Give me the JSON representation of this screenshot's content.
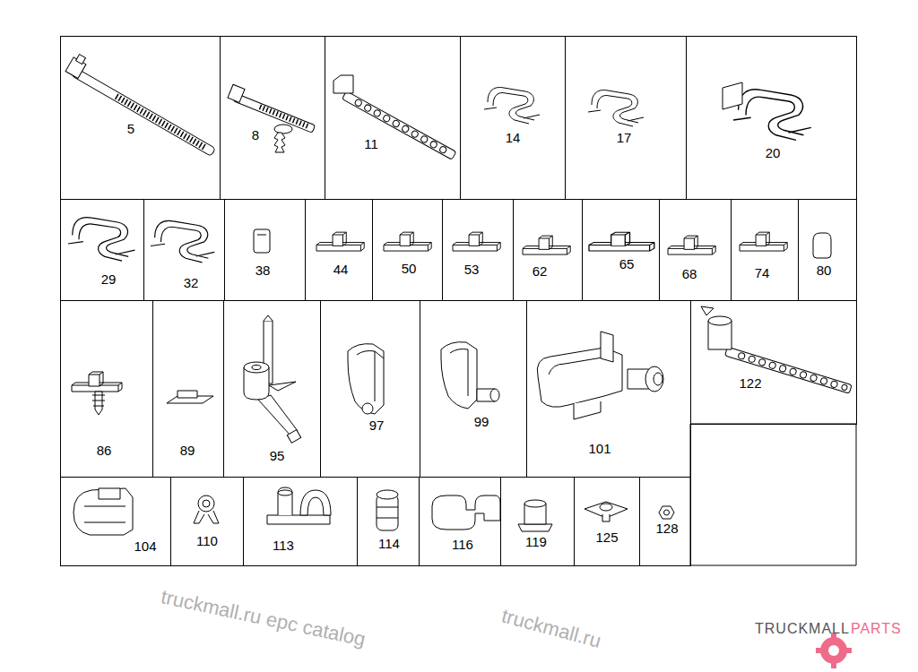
{
  "diagram": {
    "nodes": [
      {
        "text": [
          "5"
        ]
      },
      {
        "text": [
          "8"
        ]
      },
      {
        "text": [
          "11"
        ]
      },
      {
        "text": [
          "14"
        ]
      },
      {
        "text": [
          "17"
        ]
      },
      {
        "text": [
          "20"
        ]
      },
      {
        "text": [
          "29"
        ]
      },
      {
        "text": [
          "32"
        ]
      },
      {
        "text": [
          "38"
        ]
      },
      {
        "text": [
          "44"
        ]
      },
      {
        "text": [
          "50"
        ]
      },
      {
        "text": [
          "53"
        ]
      },
      {
        "text": [
          "62"
        ]
      },
      {
        "text": [
          "65"
        ]
      },
      {
        "text": [
          "68"
        ]
      },
      {
        "text": [
          "74"
        ]
      },
      {
        "text": [
          "80"
        ]
      },
      {
        "text": [
          "86"
        ]
      },
      {
        "text": [
          "89"
        ]
      },
      {
        "text": [
          "95"
        ]
      },
      {
        "text": [
          "97"
        ]
      },
      {
        "text": [
          "99"
        ]
      },
      {
        "text": [
          "101"
        ]
      },
      {
        "text": [
          "122"
        ]
      },
      {
        "text": [
          "104"
        ]
      },
      {
        "text": [
          "110"
        ]
      },
      {
        "text": [
          "113"
        ]
      },
      {
        "text": [
          "114"
        ]
      },
      {
        "text": [
          "116"
        ]
      },
      {
        "text": [
          "119"
        ]
      },
      {
        "text": [
          "125"
        ]
      },
      {
        "text": [
          "128"
        ]
      }
    ],
    "labels": [
      "truckmall.ru epc catalog",
      "truckmall.ru",
      "TRUCKMALL",
      "PARTS"
    ]
  }
}
